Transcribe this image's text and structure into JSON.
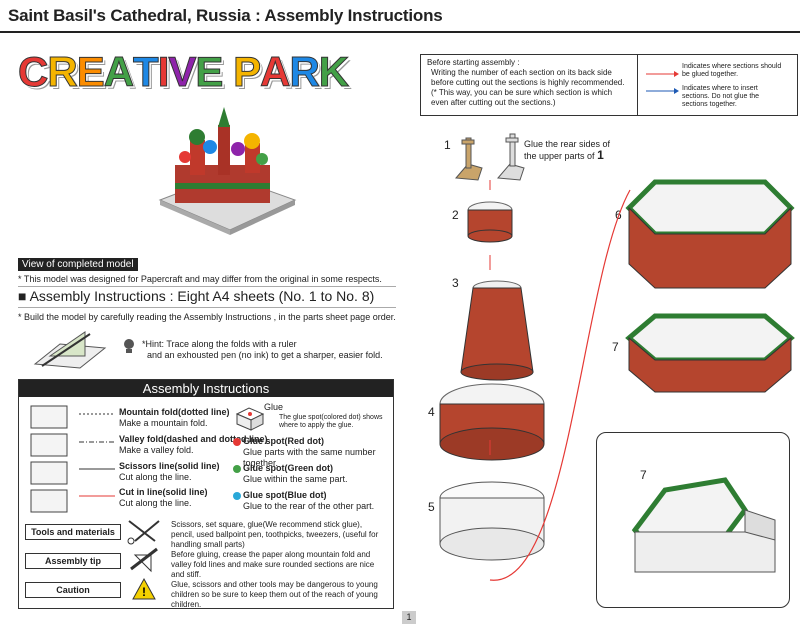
{
  "title": "Saint Basil's Cathedral, Russia : Assembly Instructions",
  "logo": {
    "letters": [
      "C",
      "R",
      "E",
      "A",
      "T",
      "I",
      "V",
      "E",
      " ",
      "P",
      "A",
      "R",
      "K"
    ],
    "colors": [
      "#e53935",
      "#f4b400",
      "#fb8c00",
      "#43a047",
      "#1e88e5",
      "#e53935",
      "#8e24aa",
      "#43a047",
      "#fff",
      "#f4b400",
      "#e53935",
      "#1e88e5",
      "#43a047"
    ]
  },
  "completed_caption": "View of completed model",
  "disclaimer": "* This model was designed for Papercraft and may differ from the original in some respects.",
  "sheets_heading": "■ Assembly Instructions : Eight A4 sheets (No. 1 to No. 8)",
  "build_note": "* Build the model by carefully reading the Assembly Instructions , in the parts sheet page order.",
  "hint": {
    "line1": "*Hint: Trace along the folds with a ruler",
    "line2": "and an exhousted pen (no ink) to get a sharper, easier fold."
  },
  "instructions": {
    "heading": "Assembly Instructions",
    "lines": [
      {
        "title": "Mountain fold(dotted line)",
        "desc": "Make a mountain fold."
      },
      {
        "title": "Valley fold(dashed and dotted line)",
        "desc": "Make a valley fold."
      },
      {
        "title": "Scissors line(solid line)",
        "desc": "Cut along the line."
      },
      {
        "title": "Cut in line(solid line)",
        "desc": "Cut along the line."
      }
    ],
    "glue_label": "Glue",
    "glue_spot_note": "The glue spot(colored dot) shows where to apply the glue.",
    "spots": [
      {
        "title": "Glue spot(Red dot)",
        "desc": "Glue parts with the same number together.",
        "color": "#e53935"
      },
      {
        "title": "Glue spot(Green dot)",
        "desc": "Glue within the same part.",
        "color": "#43a047"
      },
      {
        "title": "Glue spot(Blue dot)",
        "desc": "Glue to the rear of the other part.",
        "color": "#29a8d8"
      }
    ],
    "tools": {
      "label": "Tools and materials",
      "text": "Scissors, set square, glue(We recommend stick glue), pencil, used ballpoint pen, toothpicks, tweezers, (useful for handling small parts)"
    },
    "tip": {
      "label": "Assembly tip",
      "text": "Before gluing, crease the paper along mountain fold and valley fold lines and make sure rounded sections are nice and stiff."
    },
    "caution": {
      "label": "Caution",
      "text": "Glue, scissors and other tools may be dangerous to young children so be sure to keep them out of the reach of young children."
    }
  },
  "before_start": {
    "line1": "Before starting assembly :",
    "line2": "Writing the number of each section on its back side before cutting out the sections is highly recommended.",
    "line3": "(* This way, you can be sure which section is which even after cutting out the sections.)"
  },
  "legend": {
    "red": "Indicates where sections should be glued together.",
    "blue": "Indicates where to insert sections. Do not glue the sections together."
  },
  "steps": {
    "s1": "1",
    "s1_text": "Glue the rear sides of the upper parts of",
    "s1_num": "1",
    "s2": "2",
    "s3": "3",
    "s4": "4",
    "s5": "5",
    "s6": "6",
    "s7": "7",
    "s7b": "7"
  },
  "page_number": "1"
}
